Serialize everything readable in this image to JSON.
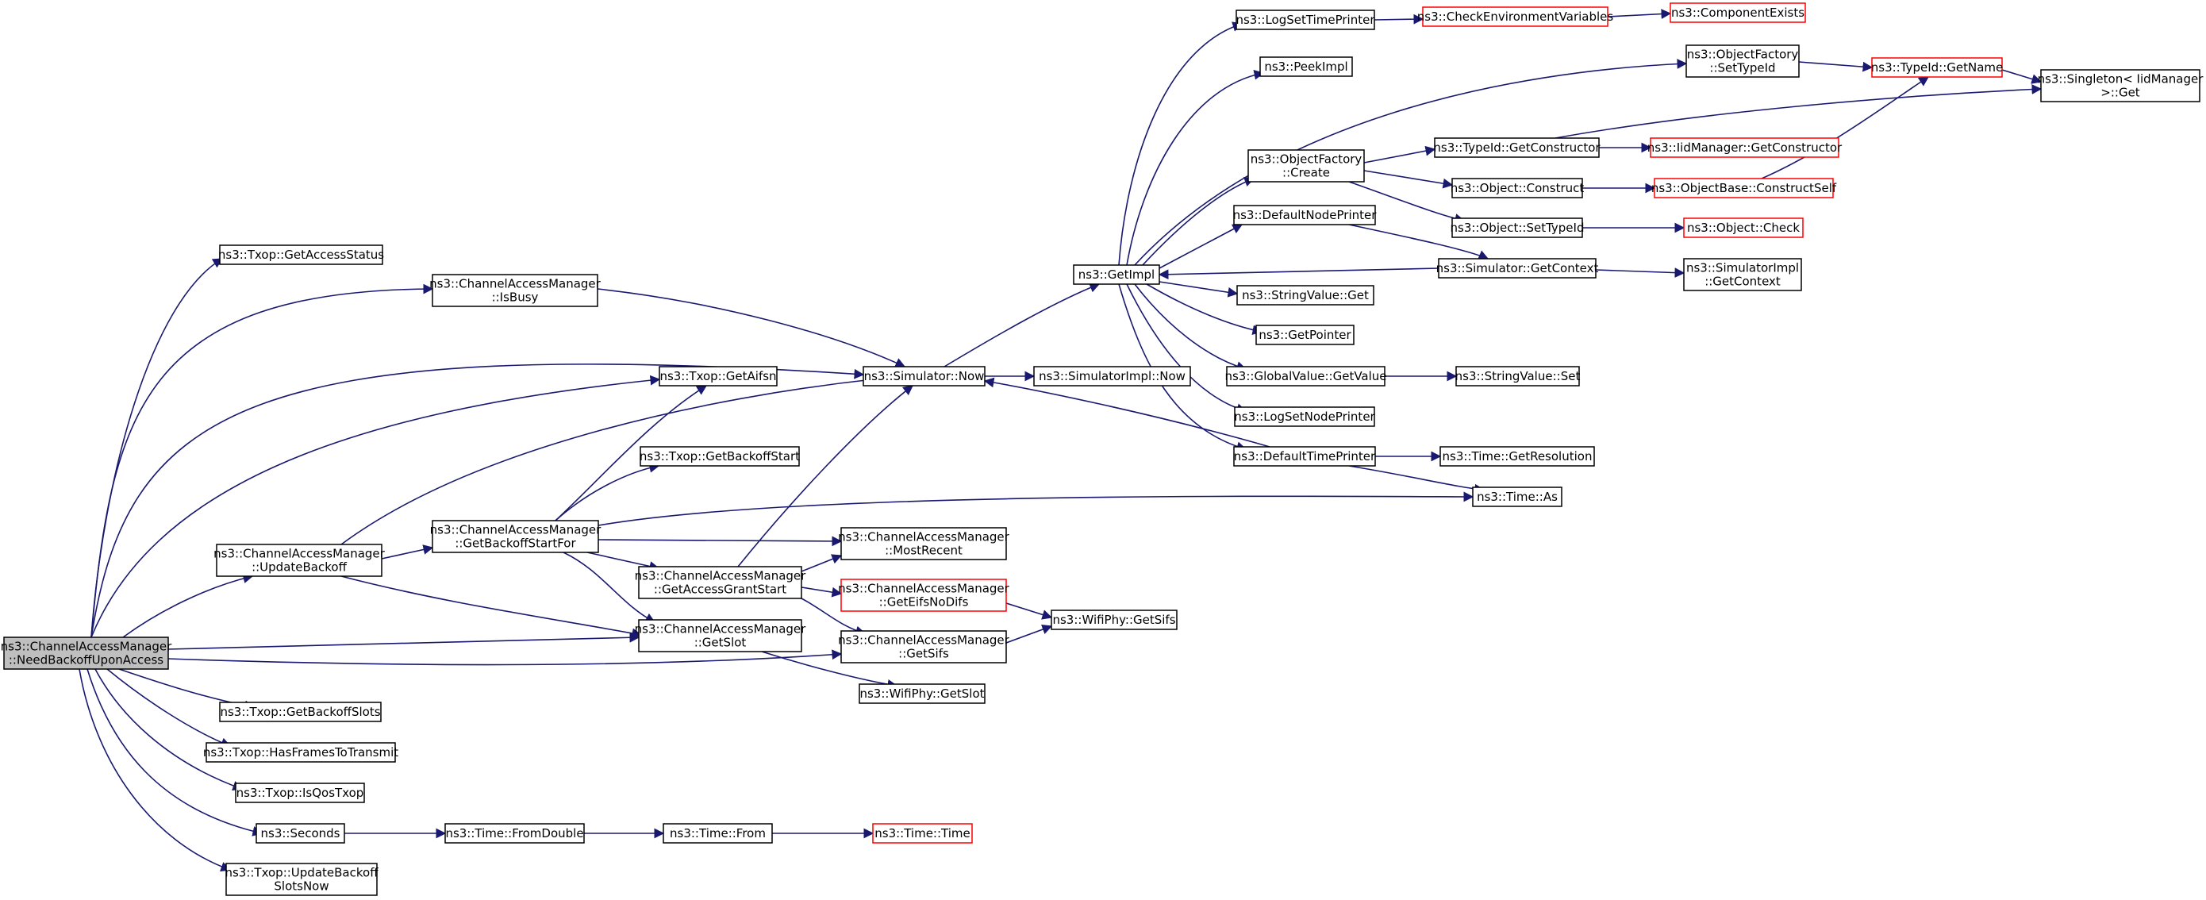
{
  "title": "",
  "colors": {
    "edge": "#191970",
    "default_border": "#000000",
    "truncated_border": "#ff0000",
    "root_fill": "#bfbfbf"
  },
  "nodes": {
    "root": {
      "lines": [
        "ns3::ChannelAccessManager",
        "::NeedBackoffUponAccess"
      ]
    },
    "getAccessStatus": {
      "lines": [
        "ns3::Txop::GetAccessStatus"
      ]
    },
    "isBusy": {
      "lines": [
        "ns3::ChannelAccessManager",
        "::IsBusy"
      ]
    },
    "getAifsn": {
      "lines": [
        "ns3::Txop::GetAifsn"
      ]
    },
    "getBackoffStart": {
      "lines": [
        "ns3::Txop::GetBackoffStart"
      ]
    },
    "updateBackoff": {
      "lines": [
        "ns3::ChannelAccessManager",
        "::UpdateBackoff"
      ]
    },
    "getBackoffStartFor": {
      "lines": [
        "ns3::ChannelAccessManager",
        "::GetBackoffStartFor"
      ]
    },
    "getAccessGrantStart": {
      "lines": [
        "ns3::ChannelAccessManager",
        "::GetAccessGrantStart"
      ]
    },
    "getSlot": {
      "lines": [
        "ns3::ChannelAccessManager",
        "::GetSlot"
      ]
    },
    "mostRecent": {
      "lines": [
        "ns3::ChannelAccessManager",
        "::MostRecent"
      ]
    },
    "getEifsNoDifs": {
      "lines": [
        "ns3::ChannelAccessManager",
        "::GetEifsNoDifs"
      ]
    },
    "getSifs": {
      "lines": [
        "ns3::ChannelAccessManager",
        "::GetSifs"
      ]
    },
    "wifiGetSifs": {
      "lines": [
        "ns3::WifiPhy::GetSifs"
      ]
    },
    "wifiGetSlot": {
      "lines": [
        "ns3::WifiPhy::GetSlot"
      ]
    },
    "getBackoffSlots": {
      "lines": [
        "ns3::Txop::GetBackoffSlots"
      ]
    },
    "hasFrames": {
      "lines": [
        "ns3::Txop::HasFramesToTransmit"
      ]
    },
    "isQos": {
      "lines": [
        "ns3::Txop::IsQosTxop"
      ]
    },
    "seconds": {
      "lines": [
        "ns3::Seconds"
      ]
    },
    "fromDouble": {
      "lines": [
        "ns3::Time::FromDouble"
      ]
    },
    "timeFrom": {
      "lines": [
        "ns3::Time::From"
      ]
    },
    "timeTime": {
      "lines": [
        "ns3::Time::Time"
      ]
    },
    "updateBackoffSlotsNow": {
      "lines": [
        "ns3::Txop::UpdateBackoff",
        "SlotsNow"
      ]
    },
    "simNow": {
      "lines": [
        "ns3::Simulator::Now"
      ]
    },
    "simImplNow": {
      "lines": [
        "ns3::SimulatorImpl::Now"
      ]
    },
    "getImpl": {
      "lines": [
        "ns3::GetImpl"
      ]
    },
    "logSetTimePrinter": {
      "lines": [
        "ns3::LogSetTimePrinter"
      ]
    },
    "checkEnv": {
      "lines": [
        "ns3::CheckEnvironmentVariables"
      ]
    },
    "componentExists": {
      "lines": [
        "ns3::ComponentExists"
      ]
    },
    "peekImpl": {
      "lines": [
        "ns3::PeekImpl"
      ]
    },
    "ofSetTypeId": {
      "lines": [
        "ns3::ObjectFactory",
        "::SetTypeId"
      ]
    },
    "typeIdGetName": {
      "lines": [
        "ns3::TypeId::GetName"
      ]
    },
    "singletonGet": {
      "lines": [
        "ns3::Singleton< IidManager",
        " >::Get"
      ]
    },
    "ofCreate": {
      "lines": [
        "ns3::ObjectFactory",
        "::Create"
      ]
    },
    "typeIdGetCtor": {
      "lines": [
        "ns3::TypeId::GetConstructor"
      ]
    },
    "iidGetCtor": {
      "lines": [
        "ns3::IidManager::GetConstructor"
      ]
    },
    "objConstruct": {
      "lines": [
        "ns3::Object::Construct"
      ]
    },
    "objBaseConstructSelf": {
      "lines": [
        "ns3::ObjectBase::ConstructSelf"
      ]
    },
    "objSetTypeId": {
      "lines": [
        "ns3::Object::SetTypeId"
      ]
    },
    "objCheck": {
      "lines": [
        "ns3::Object::Check"
      ]
    },
    "defaultNodePrinter": {
      "lines": [
        "ns3::DefaultNodePrinter"
      ]
    },
    "simGetContext": {
      "lines": [
        "ns3::Simulator::GetContext"
      ]
    },
    "simImplGetContext": {
      "lines": [
        "ns3::SimulatorImpl",
        "::GetContext"
      ]
    },
    "stringValueGet": {
      "lines": [
        "ns3::StringValue::Get"
      ]
    },
    "getPointer": {
      "lines": [
        "ns3::GetPointer"
      ]
    },
    "globalValueGetValue": {
      "lines": [
        "ns3::GlobalValue::GetValue"
      ]
    },
    "stringValueSet": {
      "lines": [
        "ns3::StringValue::Set"
      ]
    },
    "logSetNodePrinter": {
      "lines": [
        "ns3::LogSetNodePrinter"
      ]
    },
    "defaultTimePrinter": {
      "lines": [
        "ns3::DefaultTimePrinter"
      ]
    },
    "timeGetResolution": {
      "lines": [
        "ns3::Time::GetResolution"
      ]
    },
    "timeAs": {
      "lines": [
        "ns3::Time::As"
      ]
    }
  }
}
